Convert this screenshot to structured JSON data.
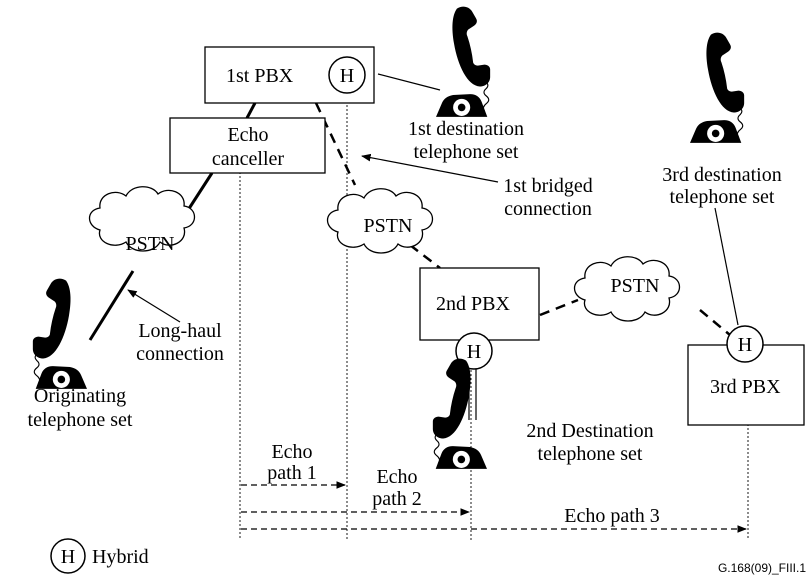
{
  "nodes": {
    "pbx1": "1st PBX",
    "pbx2": "2nd PBX",
    "pbx3": "3rd PBX",
    "echo_canceller_line1": "Echo",
    "echo_canceller_line2": "canceller",
    "hybrid_symbol": "H",
    "pstn": "PSTN"
  },
  "telephones": {
    "dest1_line1": "1st destination",
    "dest1_line2": "telephone set",
    "dest2_line1": "2nd Destination",
    "dest2_line2": "telephone set",
    "dest3_line1": "3rd destination",
    "dest3_line2": "telephone set",
    "orig_line1": "Originating",
    "orig_line2": "telephone set"
  },
  "annotations": {
    "bridged_line1": "1st bridged",
    "bridged_line2": "connection",
    "longhaul_line1": "Long-haul",
    "longhaul_line2": "connection"
  },
  "echo_paths": {
    "p1_line1": "Echo",
    "p1_line2": "path 1",
    "p2_line1": "Echo",
    "p2_line2": "path 2",
    "p3": "Echo path 3"
  },
  "legend": {
    "symbol": "H",
    "label": "Hybrid"
  },
  "figure_id": "G.168(09)_FIII.1"
}
